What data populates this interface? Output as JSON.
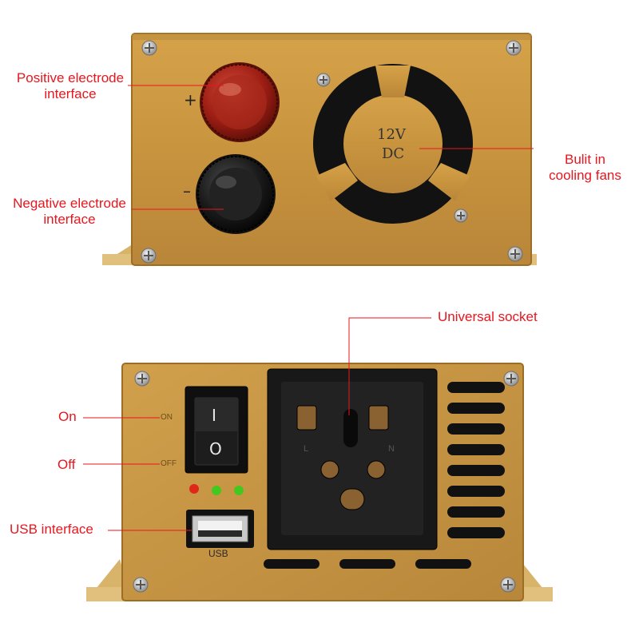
{
  "top_view": {
    "positive_label": "Positive electrode\ninterface",
    "negative_label": "Negative electrode\ninterface",
    "fan_label": "Bulit in\ncooling fans",
    "plus_sign": "+",
    "minus_sign": "–",
    "fan_hub_voltage": "12V",
    "fan_hub_type": "DC"
  },
  "bottom_view": {
    "universal_socket_label": "Universal socket",
    "on_label": "On",
    "off_label": "Off",
    "usb_label": "USB interface",
    "switch_on_mark": "I",
    "switch_off_mark": "O",
    "panel_on_text": "ON",
    "panel_off_text": "OFF",
    "usb_port_text": "USB",
    "socket_left_mark": "L",
    "socket_right_mark": "N"
  },
  "colors": {
    "label_red": "#e8161e",
    "case_gold": "#c8943e",
    "case_shadow": "#a9762c",
    "positive_knob": "#9e1e14",
    "negative_knob": "#1a1a1a",
    "led_red": "#e02818",
    "led_green": "#42c81e"
  },
  "icons": [
    "screw-icon",
    "fan-icon",
    "rocker-switch-icon",
    "usb-port-icon",
    "universal-outlet-icon",
    "led-indicator-icon"
  ]
}
